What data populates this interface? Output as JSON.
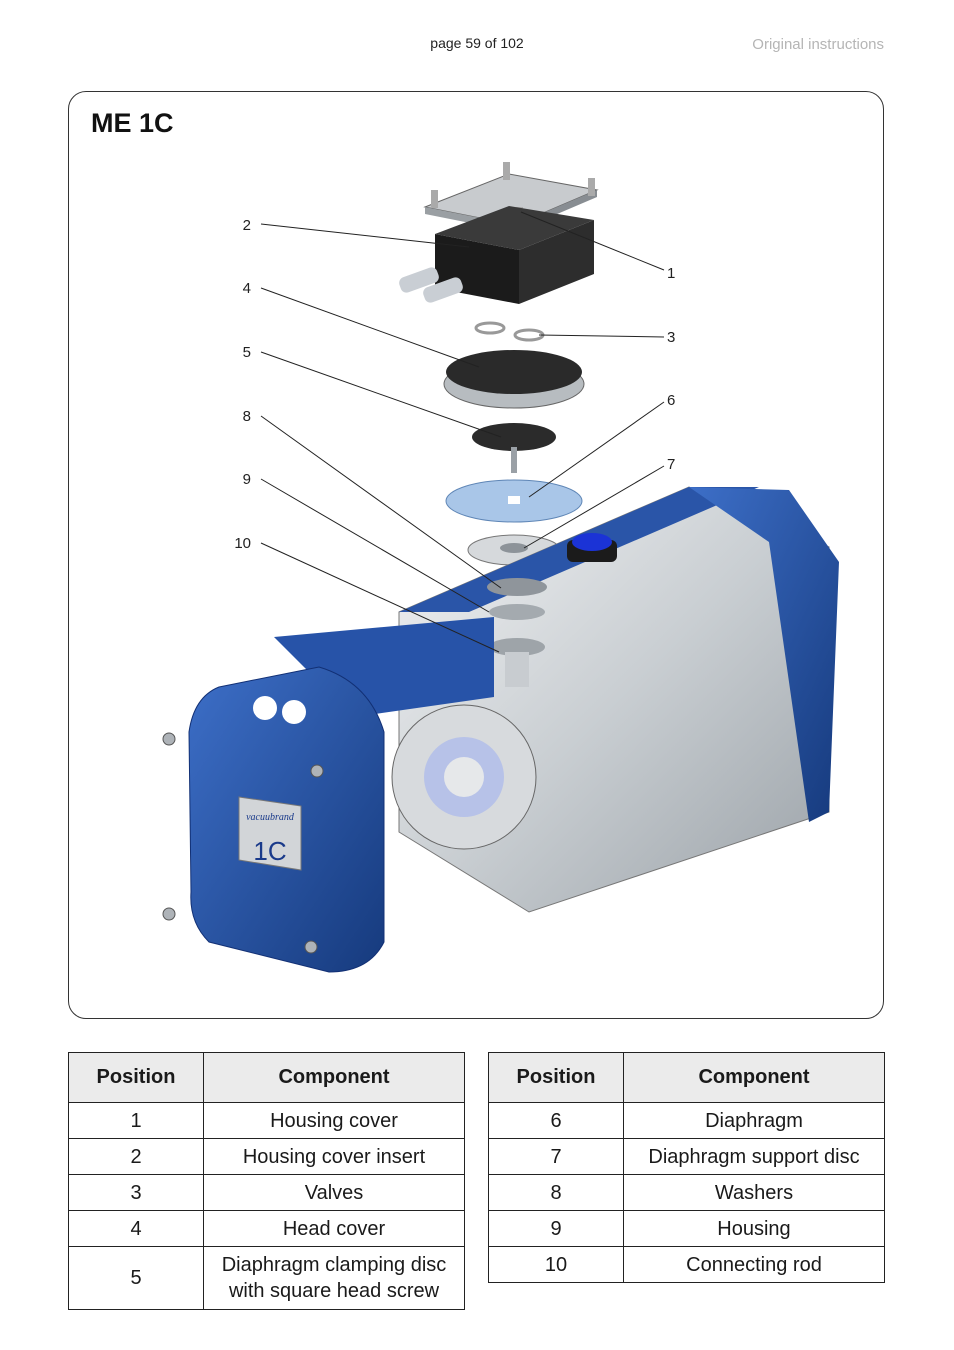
{
  "header": {
    "page_label": "page 59 of 102",
    "doc_label": "Original instructions"
  },
  "figure": {
    "title": "ME 1C",
    "badge_brand": "vacuubrand",
    "badge_model": "1C",
    "callouts": [
      "2",
      "4",
      "5",
      "8",
      "9",
      "10",
      "1",
      "3",
      "6",
      "7"
    ]
  },
  "tables": {
    "left": {
      "headers": [
        "Position",
        "Component"
      ],
      "rows": [
        [
          "1",
          "Housing cover"
        ],
        [
          "2",
          "Housing cover insert"
        ],
        [
          "3",
          "Valves"
        ],
        [
          "4",
          "Head cover"
        ],
        [
          "5",
          "Diaphragm clamping disc",
          "with square head screw"
        ]
      ]
    },
    "right": {
      "headers": [
        "Position",
        "Component"
      ],
      "rows": [
        [
          "6",
          "Diaphragm"
        ],
        [
          "7",
          "Diaphragm support disc"
        ],
        [
          "8",
          "Washers"
        ],
        [
          "9",
          "Housing"
        ],
        [
          "10",
          "Connecting rod"
        ]
      ]
    }
  },
  "colors": {
    "pump_blue": "#1e4ea3",
    "pump_blue_dark": "#163a7d",
    "aluminium": "#cfd3d6",
    "diaphragm_blue": "#a9c6e8"
  }
}
